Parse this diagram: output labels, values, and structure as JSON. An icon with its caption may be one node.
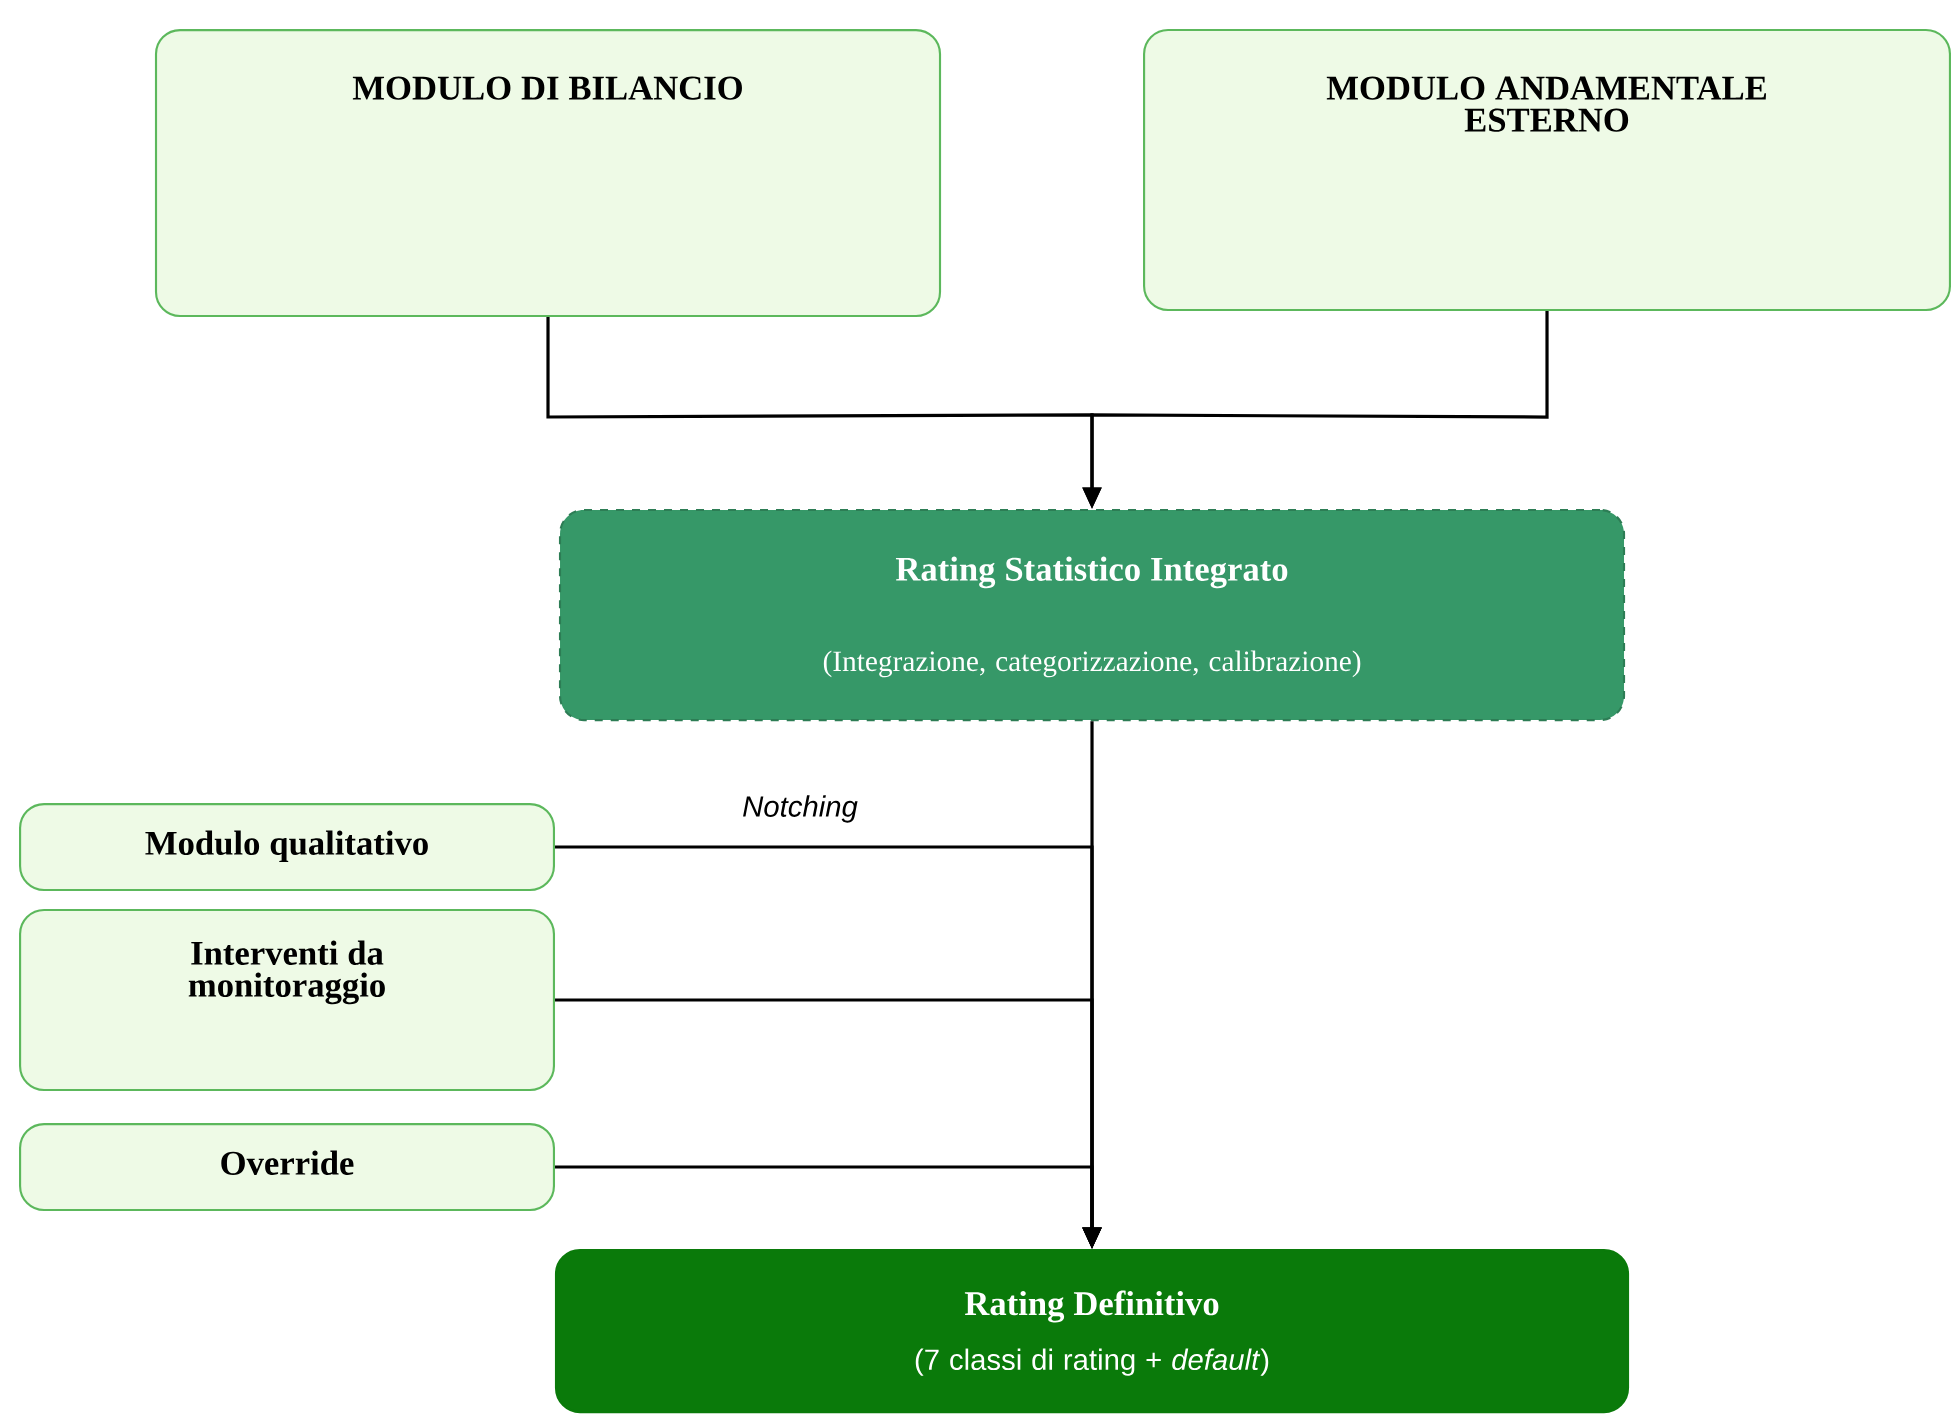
{
  "diagram": {
    "nodes": [
      {
        "text": [
          "MODULO DI BILANCIO"
        ]
      },
      {
        "text": [
          "MODULO ANDAMENTALE ESTERNO"
        ]
      },
      {
        "text": [
          "Rating Statistico Integrato",
          "(Integrazione, categorizzazione, calibrazione)"
        ]
      },
      {
        "text": [
          "Modulo qualitativo"
        ]
      },
      {
        "text": [
          "Interventi da monitoraggio"
        ]
      },
      {
        "text": [
          "Override"
        ]
      },
      {
        "text": [
          "Rating Definitivo",
          "(7 classi di rating + *default*)"
        ]
      }
    ],
    "edges": [
      {
        "from": 0,
        "to": 2,
        "arrow": "to"
      },
      {
        "from": 1,
        "to": 2,
        "arrow": "to"
      },
      {
        "from": 3,
        "to": 6,
        "arrow": "to",
        "label": "Notching"
      },
      {
        "from": 4,
        "to": 6,
        "arrow": "to"
      },
      {
        "from": 5,
        "to": 6,
        "arrow": "to"
      },
      {
        "from": 2,
        "to": 6,
        "arrow": "to"
      }
    ]
  }
}
